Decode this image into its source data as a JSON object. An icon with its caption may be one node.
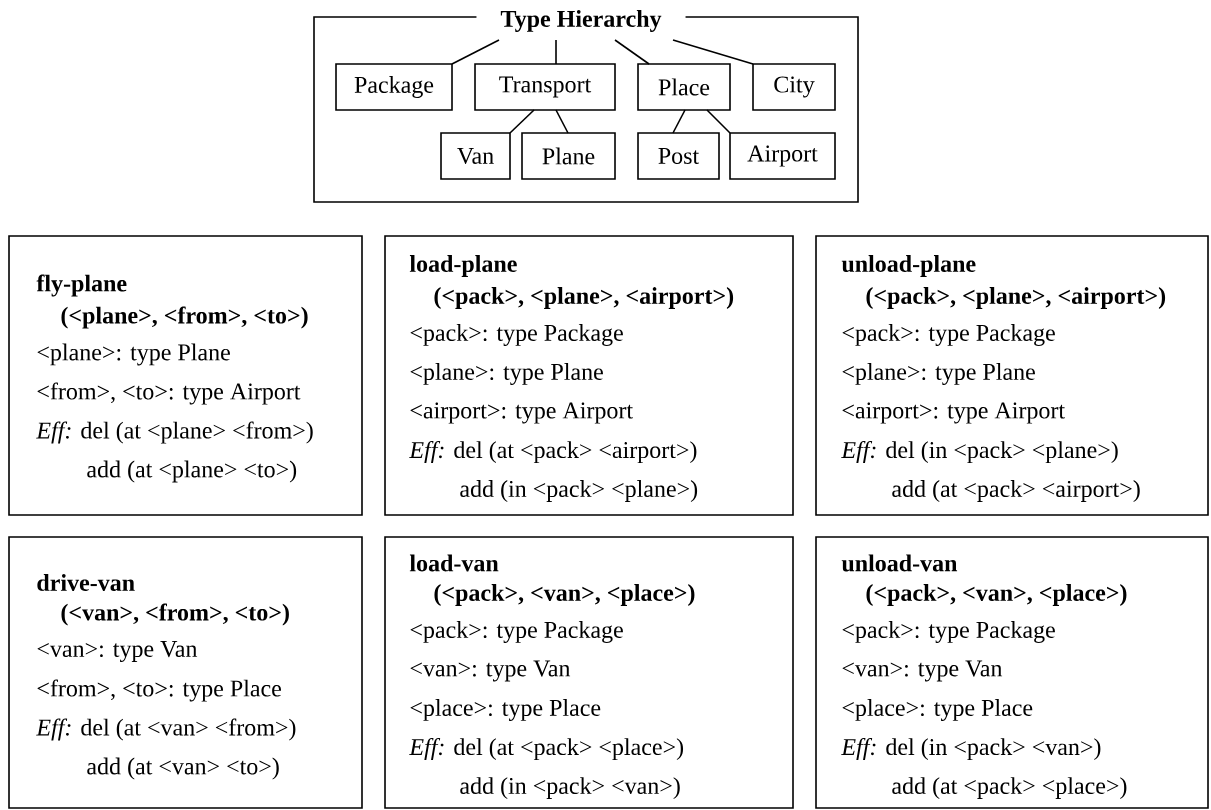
{
  "diagram": {
    "nodes": [
      {
        "text": [
          "Type Hierarchy"
        ]
      },
      {
        "text": [
          "Package"
        ],
        "in": 0
      },
      {
        "text": [
          "Transport"
        ],
        "in": 0
      },
      {
        "text": [
          "Place"
        ],
        "in": 0
      },
      {
        "text": [
          "City"
        ],
        "in": 0
      },
      {
        "text": [
          "Van"
        ],
        "in": 0
      },
      {
        "text": [
          "Plane"
        ],
        "in": 0
      },
      {
        "text": [
          "Post"
        ],
        "in": 0
      },
      {
        "text": [
          "Airport"
        ],
        "in": 0
      },
      {
        "text": [
          "fly-plane",
          "(<plane>, <from>, <to>)",
          "<plane>: type Plane",
          "<from>, <to>: type Airport",
          "*Eff:* del (at <plane> <from>)",
          "add (at <plane> <to>)"
        ]
      },
      {
        "text": [
          "load-plane",
          "(<pack>, <plane>, <airport>)",
          "<pack>: type Package",
          "<plane>: type Plane",
          "<airport>: type Airport",
          "*Eff:* del (at <pack> <airport>)",
          "add (in <pack> <plane>)"
        ]
      },
      {
        "text": [
          "unload-plane",
          "(<pack>, <plane>, <airport>)",
          "<pack>: type Package",
          "<plane>: type Plane",
          "<airport>: type Airport",
          "*Eff:* del (in <pack> <plane>)",
          "add (at <pack> <airport>)"
        ]
      },
      {
        "text": [
          "drive-van",
          "(<van>, <from>, <to>)",
          "<van>: type Van",
          "<from>, <to>: type Place",
          "*Eff:* del (at <van> <from>)",
          "add (at <van> <to>)"
        ]
      },
      {
        "text": [
          "load-van",
          "(<pack>, <van>, <place>)",
          "<pack>: type Package",
          "<van>: type Van",
          "<place>: type Place",
          "*Eff:* del (at <pack> <place>)",
          "add (in <pack> <van>)"
        ]
      },
      {
        "text": [
          "unload-van",
          "(<pack>, <van>, <place>)",
          "<pack>: type Package",
          "<van>: type Van",
          "<place>: type Place",
          "*Eff:* del (in <pack> <van>)",
          "add (at <pack> <place>)"
        ]
      }
    ],
    "edges": [
      {
        "from": 0,
        "to": 1,
        "arrow": "none"
      },
      {
        "from": 0,
        "to": 2,
        "arrow": "none"
      },
      {
        "from": 0,
        "to": 3,
        "arrow": "none"
      },
      {
        "from": 0,
        "to": 4,
        "arrow": "none"
      },
      {
        "from": 2,
        "to": 5,
        "arrow": "none"
      },
      {
        "from": 2,
        "to": 6,
        "arrow": "none"
      },
      {
        "from": 3,
        "to": 7,
        "arrow": "none"
      },
      {
        "from": 3,
        "to": 8,
        "arrow": "none"
      }
    ]
  }
}
